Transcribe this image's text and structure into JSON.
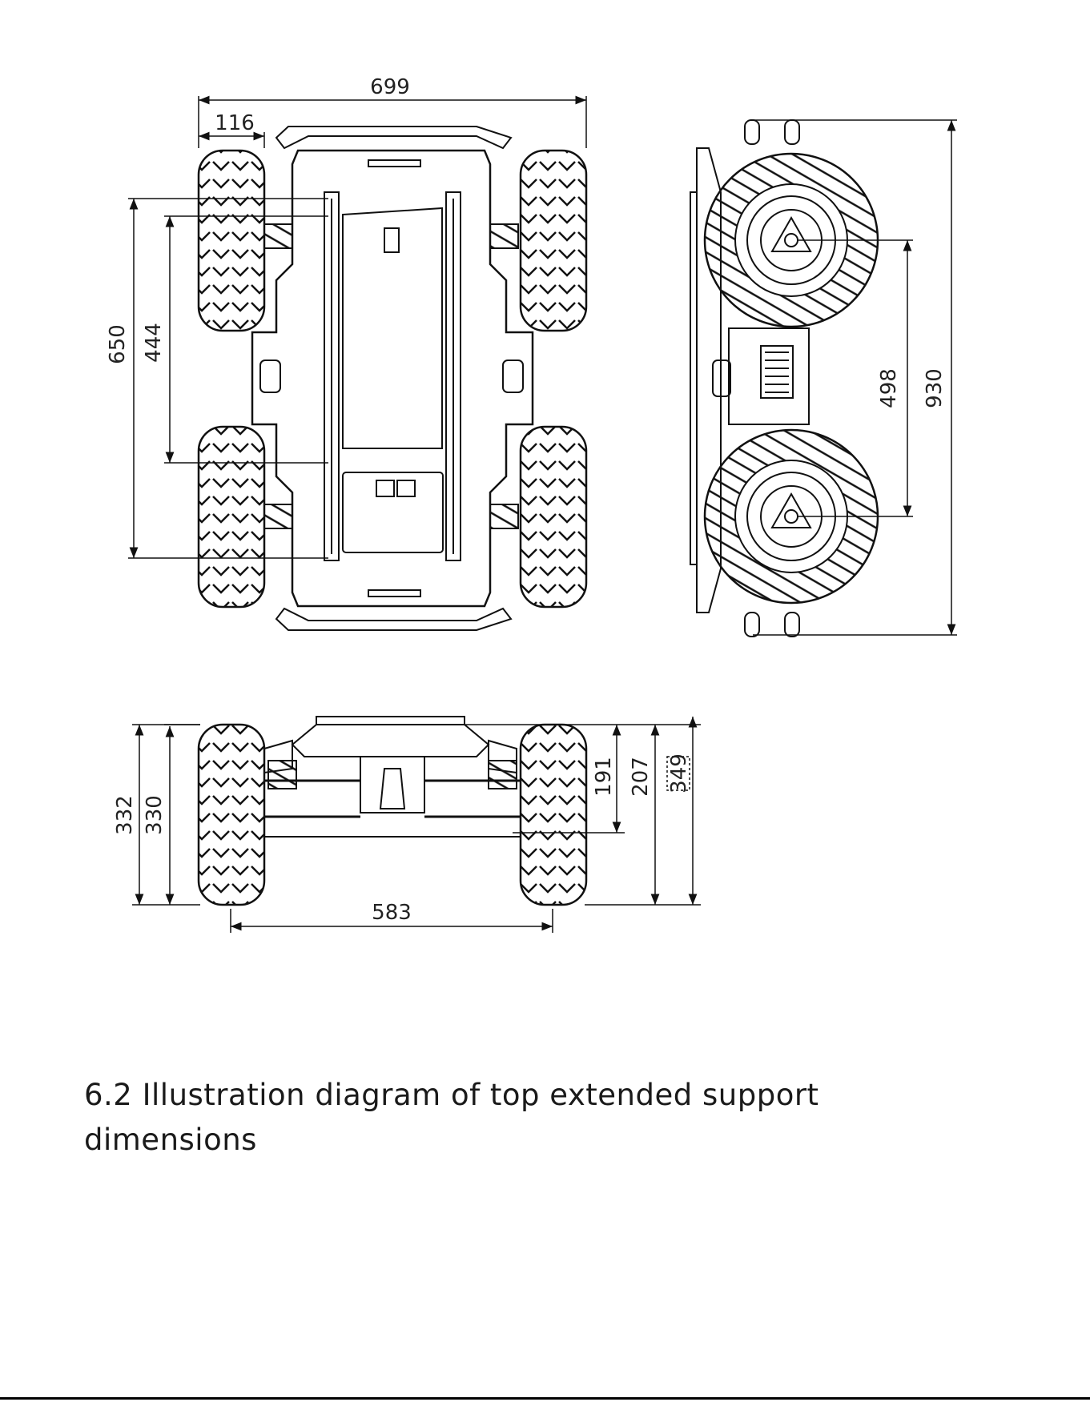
{
  "section": {
    "heading_line1": "6.2 Illustration diagram of top extended support",
    "heading_line2": "dimensions"
  },
  "dimensions": {
    "top_view": {
      "overall_width": "699",
      "wheel_width": "116",
      "outer_length": "650",
      "inner_length": "444"
    },
    "side_view": {
      "wheelbase": "498",
      "overall_length": "930"
    },
    "front_view": {
      "height_left_outer": "332",
      "height_left_inner": "330",
      "track_width": "583",
      "height_191": "191",
      "height_207": "207",
      "height_349": "349"
    }
  },
  "colors": {
    "line": "#111111",
    "text": "#222222",
    "background": "#ffffff"
  }
}
